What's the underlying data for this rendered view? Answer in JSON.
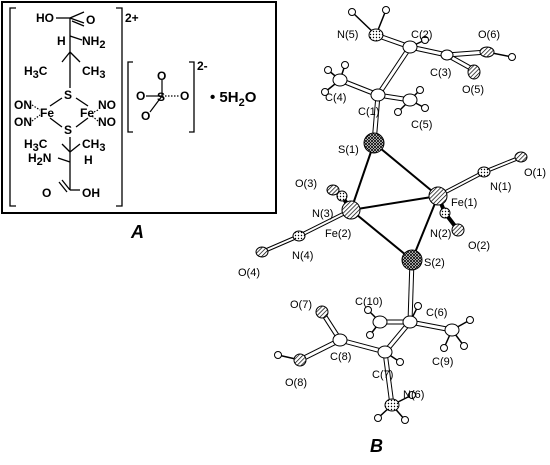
{
  "panel_a": {
    "letter": "A",
    "cation_charge": "2+",
    "anion_charge": "2-",
    "hydrate": "• 5H",
    "hydrate_sub": "2",
    "hydrate_end": "O",
    "top_cooh_oh": "HO",
    "top_cooh_o": "O",
    "top_h": "H",
    "top_nh2": "NH",
    "top_nh2_sub": "2",
    "top_h3c": "H",
    "top_h3c_sub": "3",
    "top_h3c_c": "C",
    "top_ch3": "CH",
    "top_ch3_sub": "3",
    "s_top": "S",
    "s_bottom": "S",
    "fe_left": "Fe",
    "fe_right": "Fe",
    "no_ul": "ON",
    "no_ll": "ON",
    "no_ur": "NO",
    "no_lr": "NO",
    "bot_h3c": "H",
    "bot_h3c_sub": "3",
    "bot_h3c_c": "C",
    "bot_ch3": "CH",
    "bot_ch3_sub": "3",
    "bot_h2n": "H",
    "bot_h2n_sub": "2",
    "bot_h2n_n": "N",
    "bot_h": "H",
    "bot_cooh_o": "O",
    "bot_cooh_oh": "OH",
    "sulfate_s": "S",
    "sulfate_o": "O"
  },
  "panel_b": {
    "letter": "B",
    "labels": {
      "N5": "N(5)",
      "C2": "C(2)",
      "O6": "O(6)",
      "C3": "C(3)",
      "O5": "O(5)",
      "C4": "C(4)",
      "C1": "C(1)",
      "C5": "C(5)",
      "S1": "S(1)",
      "O3": "O(3)",
      "N1": "N(1)",
      "O1": "O(1)",
      "Fe1": "Fe(1)",
      "N3": "N(3)",
      "Fe2": "Fe(2)",
      "N2": "N(2)",
      "O2": "O(2)",
      "N4": "N(4)",
      "S2": "S(2)",
      "O4": "O(4)",
      "O7": "O(7)",
      "C10": "C(10)",
      "C6": "C(6)",
      "C8": "C(8)",
      "C7": "C(7)",
      "C9": "C(9)",
      "O8": "O(8)",
      "N6": "N(6)"
    }
  },
  "colors": {
    "ink": "#000000",
    "atom_fill": "#ffffff",
    "hatch": "#000000",
    "panel_border": "#000000"
  }
}
